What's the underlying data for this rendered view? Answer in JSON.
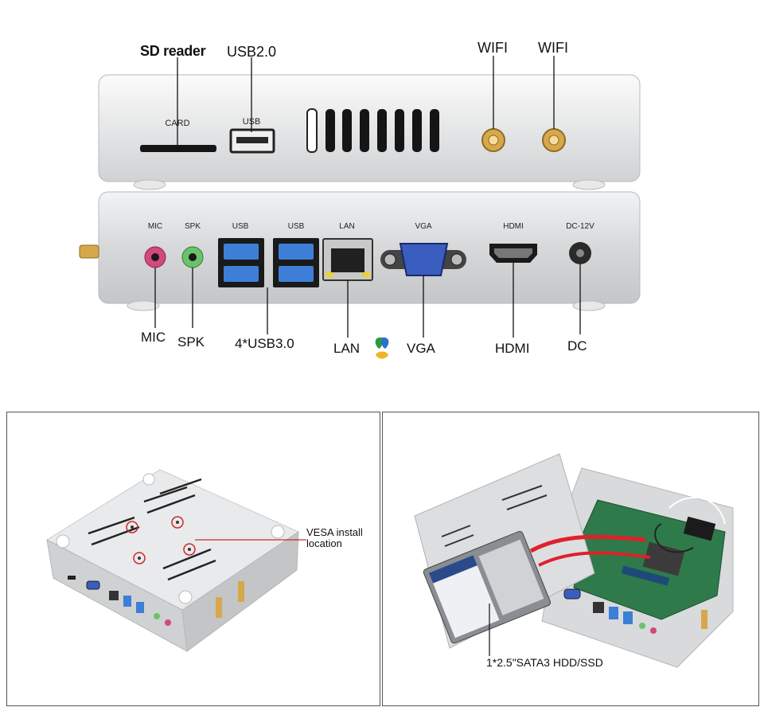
{
  "top_callouts": {
    "sd_reader": "SD reader",
    "usb20": "USB2.0",
    "wifi_left": "WIFI",
    "wifi_right": "WIFI"
  },
  "upper_unit_labels": {
    "card": "CARD",
    "usb": "USB"
  },
  "lower_unit_labels": {
    "mic": "MIC",
    "spk": "SPK",
    "usb_a": "USB",
    "usb_b": "USB",
    "lan": "LAN",
    "vga": "VGA",
    "hdmi": "HDMI",
    "dc": "DC-12V"
  },
  "bottom_callouts": {
    "mic": "MIC",
    "spk": "SPK",
    "usb30": "4*USB3.0",
    "lan": "LAN",
    "vga": "VGA",
    "hdmi": "HDMI",
    "dc": "DC"
  },
  "left_panel": {
    "vesa_line1": "VESA install",
    "vesa_line2": "location"
  },
  "right_panel": {
    "hdd_label": "1*2.5\"SATA3 HDD/SSD"
  },
  "colors": {
    "chassis": "#d9dbdd",
    "port_usb3": "#3d7fd6",
    "mic_jack": "#d14a7a",
    "spk_jack": "#6cc26a",
    "callout_line": "#cc2a2a",
    "sata_cable": "#e0202a"
  }
}
